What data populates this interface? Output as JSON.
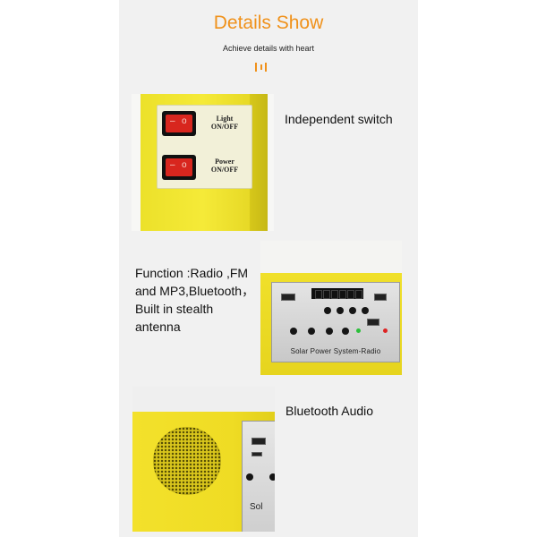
{
  "header": {
    "title": "Details Show",
    "subtitle": "Achieve details with heart"
  },
  "colors": {
    "accent": "#f0911a",
    "panel_background": "#f1f1f1",
    "product_yellow": "#f3e12b"
  },
  "sections": [
    {
      "label": "Independent switch",
      "photo": {
        "switch_top_label": "Light\nON/OFF",
        "switch_bottom_label": "Power\nON/OFF"
      }
    },
    {
      "label_lines": [
        "Function :Radio ,FM",
        "and MP3,Bluetooth，",
        "Built in stealth",
        "antenna"
      ],
      "photo": {
        "panel_caption": "Solar  Power  System-Radio"
      }
    },
    {
      "label": "Bluetooth Audio",
      "photo": {
        "panel_caption": "Sol"
      }
    }
  ]
}
